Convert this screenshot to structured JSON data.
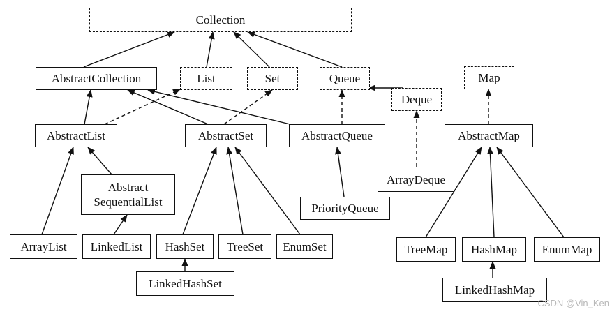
{
  "nodes": {
    "collection": "Collection",
    "abstract_collection": "AbstractCollection",
    "list": "List",
    "set": "Set",
    "queue": "Queue",
    "deque": "Deque",
    "map": "Map",
    "abstract_list": "AbstractList",
    "abstract_set": "AbstractSet",
    "abstract_queue": "AbstractQueue",
    "abstract_map": "AbstractMap",
    "abstract_sequential_list_line1": "Abstract",
    "abstract_sequential_list_line2": "SequentialList",
    "array_deque": "ArrayDeque",
    "priority_queue": "PriorityQueue",
    "array_list": "ArrayList",
    "linked_list": "LinkedList",
    "hash_set": "HashSet",
    "tree_set": "TreeSet",
    "enum_set": "EnumSet",
    "linked_hash_set": "LinkedHashSet",
    "tree_map": "TreeMap",
    "hash_map": "HashMap",
    "enum_map": "EnumMap",
    "linked_hash_map": "LinkedHashMap"
  },
  "edges": [
    {
      "from": "abstract_collection",
      "to": "collection",
      "style": "solid"
    },
    {
      "from": "list",
      "to": "collection",
      "style": "solid"
    },
    {
      "from": "set",
      "to": "collection",
      "style": "solid"
    },
    {
      "from": "queue",
      "to": "collection",
      "style": "solid"
    },
    {
      "from": "deque",
      "to": "queue",
      "style": "solid"
    },
    {
      "from": "abstract_list",
      "to": "abstract_collection",
      "style": "solid"
    },
    {
      "from": "abstract_list",
      "to": "list",
      "style": "dashed"
    },
    {
      "from": "abstract_set",
      "to": "abstract_collection",
      "style": "solid"
    },
    {
      "from": "abstract_set",
      "to": "set",
      "style": "dashed"
    },
    {
      "from": "abstract_queue",
      "to": "abstract_collection",
      "style": "solid"
    },
    {
      "from": "abstract_queue",
      "to": "queue",
      "style": "dashed"
    },
    {
      "from": "array_deque",
      "to": "deque",
      "style": "dashed"
    },
    {
      "from": "priority_queue",
      "to": "abstract_queue",
      "style": "solid"
    },
    {
      "from": "abstract_sequential_list",
      "to": "abstract_list",
      "style": "solid"
    },
    {
      "from": "array_list",
      "to": "abstract_list",
      "style": "solid"
    },
    {
      "from": "linked_list",
      "to": "abstract_sequential_list",
      "style": "solid"
    },
    {
      "from": "hash_set",
      "to": "abstract_set",
      "style": "solid"
    },
    {
      "from": "tree_set",
      "to": "abstract_set",
      "style": "solid"
    },
    {
      "from": "enum_set",
      "to": "abstract_set",
      "style": "solid"
    },
    {
      "from": "linked_hash_set",
      "to": "hash_set",
      "style": "solid"
    },
    {
      "from": "abstract_map",
      "to": "map",
      "style": "dashed"
    },
    {
      "from": "tree_map",
      "to": "abstract_map",
      "style": "solid"
    },
    {
      "from": "hash_map",
      "to": "abstract_map",
      "style": "solid"
    },
    {
      "from": "enum_map",
      "to": "abstract_map",
      "style": "solid"
    },
    {
      "from": "linked_hash_map",
      "to": "hash_map",
      "style": "solid"
    }
  ],
  "watermark": "CSDN @Vin_Ken"
}
